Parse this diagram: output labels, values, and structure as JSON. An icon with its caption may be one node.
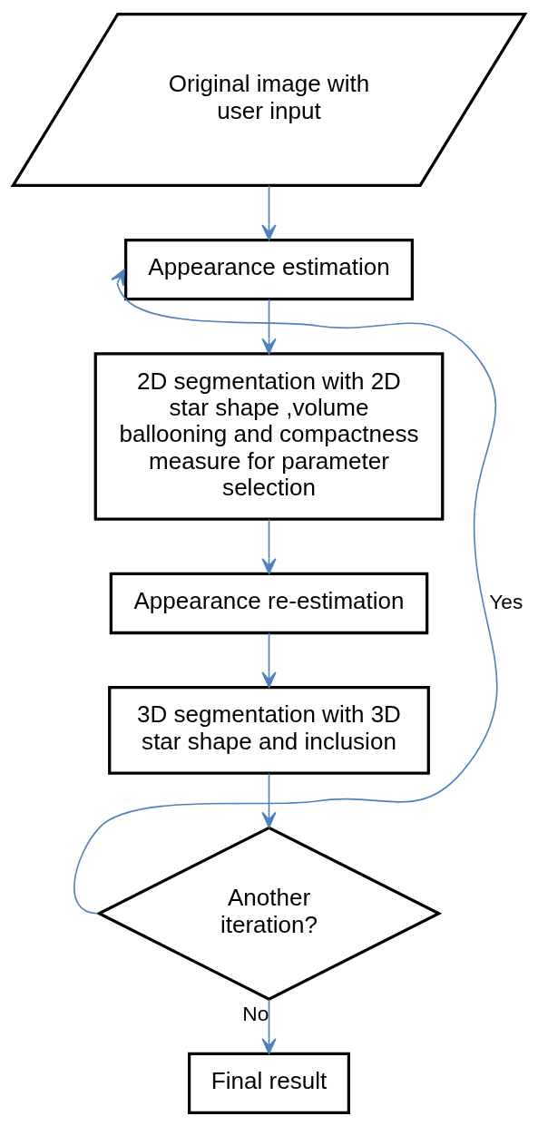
{
  "diagram": {
    "nodes": [
      {
        "text": [
          "Original image with user input"
        ]
      },
      {
        "text": [
          "Appearance estimation"
        ]
      },
      {
        "text": [
          "2D segmentation with 2D star shape ,volume ballooning and compactness measure for parameter selection"
        ]
      },
      {
        "text": [
          "Appearance re-estimation"
        ]
      },
      {
        "text": [
          "3D segmentation with 3D star shape and inclusion"
        ]
      },
      {
        "text": [
          "Another iteration?"
        ]
      },
      {
        "text": [
          "Final result"
        ]
      }
    ],
    "edges": [
      {
        "from": 0,
        "to": 1,
        "arrow": "to"
      },
      {
        "from": 1,
        "to": 2,
        "arrow": "to"
      },
      {
        "from": 2,
        "to": 3,
        "arrow": "to"
      },
      {
        "from": 3,
        "to": 4,
        "arrow": "to"
      },
      {
        "from": 4,
        "to": 5,
        "arrow": "to"
      },
      {
        "from": 5,
        "to": 1,
        "arrow": "to",
        "label": "Yes"
      },
      {
        "from": 5,
        "to": 6,
        "arrow": "to",
        "label": "No"
      }
    ]
  }
}
